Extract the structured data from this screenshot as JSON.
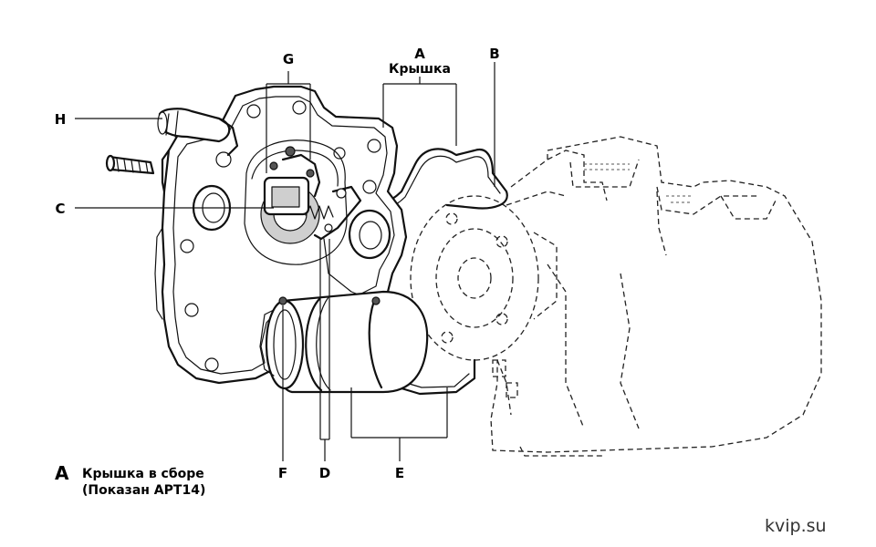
{
  "labels": {
    "a": "A",
    "a_sub": "Крышка",
    "b": "B",
    "c": "C",
    "d": "D",
    "e": "E",
    "f": "F",
    "g": "G",
    "h": "H"
  },
  "caption": {
    "letter": "A",
    "line1": "Крышка в сборе",
    "line2": "(Показан APT14)"
  },
  "watermark": "kvip.su"
}
